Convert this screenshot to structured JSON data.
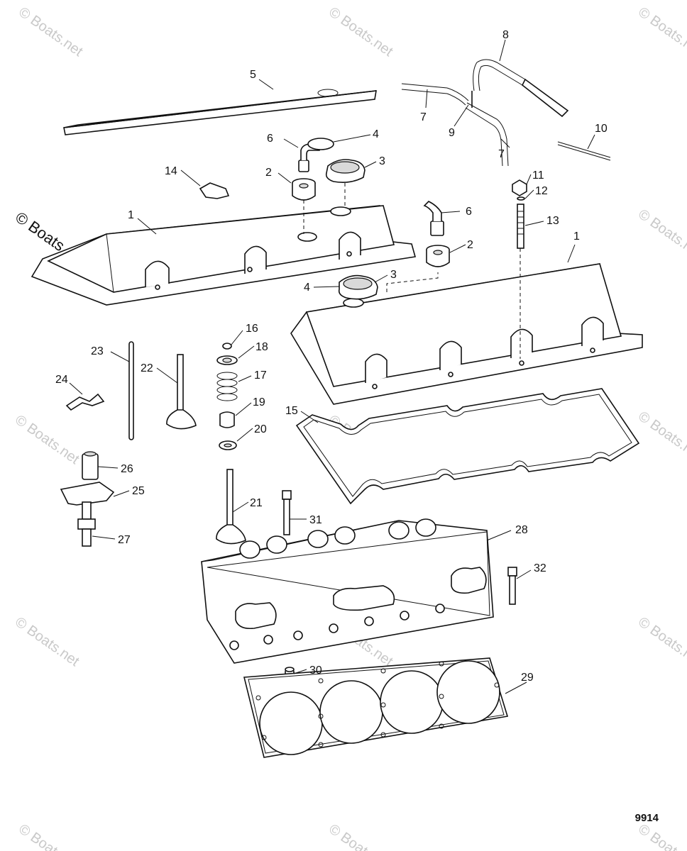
{
  "figure_number": "9914",
  "watermark": "© Boats.net",
  "callouts": [
    "1",
    "1",
    "2",
    "2",
    "3",
    "3",
    "4",
    "4",
    "5",
    "6",
    "6",
    "7",
    "7",
    "8",
    "9",
    "10",
    "11",
    "12",
    "13",
    "14",
    "15",
    "16",
    "17",
    "18",
    "19",
    "20",
    "21",
    "22",
    "23",
    "24",
    "25",
    "26",
    "27",
    "28",
    "29",
    "30",
    "31",
    "32"
  ]
}
